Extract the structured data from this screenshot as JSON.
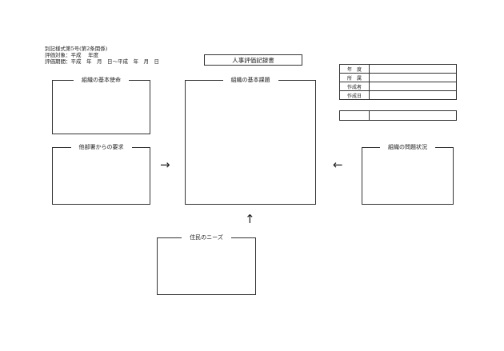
{
  "header": {
    "form_no": "別記様式第5号(第2条関係)",
    "target": "評価対象：平成　 年度",
    "period": "評価期間：平成　年　月　日～平成　年　月　日"
  },
  "title": "人事評価記録書",
  "boxes": {
    "mission": "組織の基本使命",
    "requests": "他部署からの要求",
    "issues": "組織の基本課題",
    "status": "組織の問題状況",
    "needs": "住民のニーズ"
  },
  "arrows": {
    "right": "→",
    "left": "←",
    "up": "↑"
  },
  "info_table": {
    "rows": [
      {
        "label": "年　度",
        "value": ""
      },
      {
        "label": "所　属",
        "value": ""
      },
      {
        "label": "作成者",
        "value": ""
      },
      {
        "label": "作成日",
        "value": ""
      }
    ]
  }
}
